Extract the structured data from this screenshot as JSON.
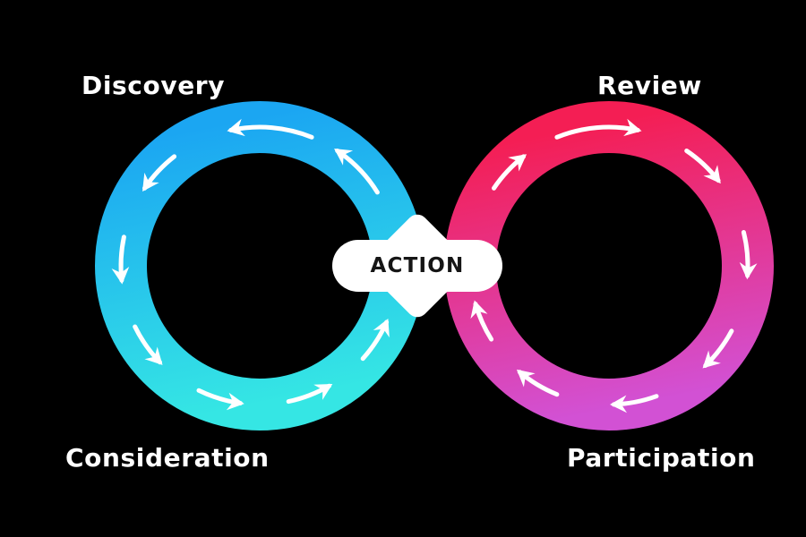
{
  "diagram": {
    "type": "infinity-loop",
    "labels": {
      "top_left": "Discovery",
      "top_right": "Review",
      "bottom_left": "Consideration",
      "bottom_right": "Participation",
      "center": "ACTION"
    },
    "colors": {
      "background": "#000000",
      "left_loop_top": "#1ba6f2",
      "left_loop_bottom": "#35e6e4",
      "right_loop_top": "#f41e54",
      "right_loop_bottom": "#d251d4",
      "arrow": "#ffffff",
      "badge_background": "#ffffff",
      "badge_text": "#151515",
      "label_text": "#ffffff"
    },
    "flow": {
      "left_loop_direction": "counterclockwise",
      "right_loop_direction": "clockwise"
    }
  }
}
